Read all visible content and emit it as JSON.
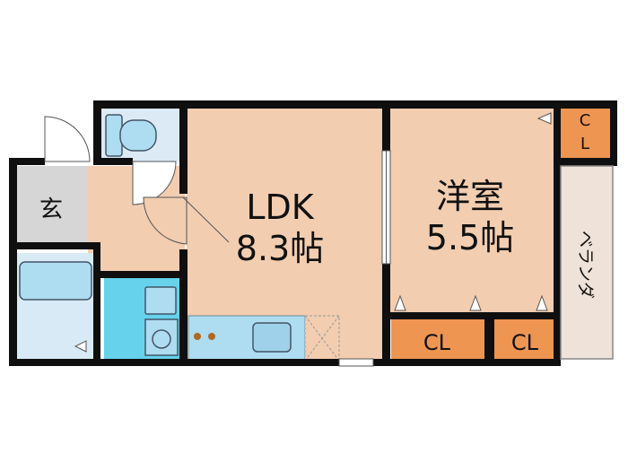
{
  "rooms": {
    "ldk": {
      "name": "LDK",
      "size": "8.3帖"
    },
    "western": {
      "name": "洋室",
      "size": "5.5帖"
    },
    "entrance": {
      "name": "玄"
    },
    "closet_top": {
      "line1": "C",
      "line2": "L"
    },
    "closet_left": {
      "name": "CL"
    },
    "closet_right": {
      "name": "CL"
    },
    "veranda": {
      "name": "ベランダ"
    }
  },
  "colors": {
    "wall": "#0f0f0f",
    "ldk_floor": "#f2cdb0",
    "corridor_floor": "#f2cdb0",
    "western_floor": "#f2cdb0",
    "wet_area": "#d8eaf6",
    "fixture": "#aedcf0",
    "washroom": "#66d2ec",
    "closet": "#ee9552",
    "entrance": "#d6d6d6",
    "veranda": "#efe2d8"
  }
}
